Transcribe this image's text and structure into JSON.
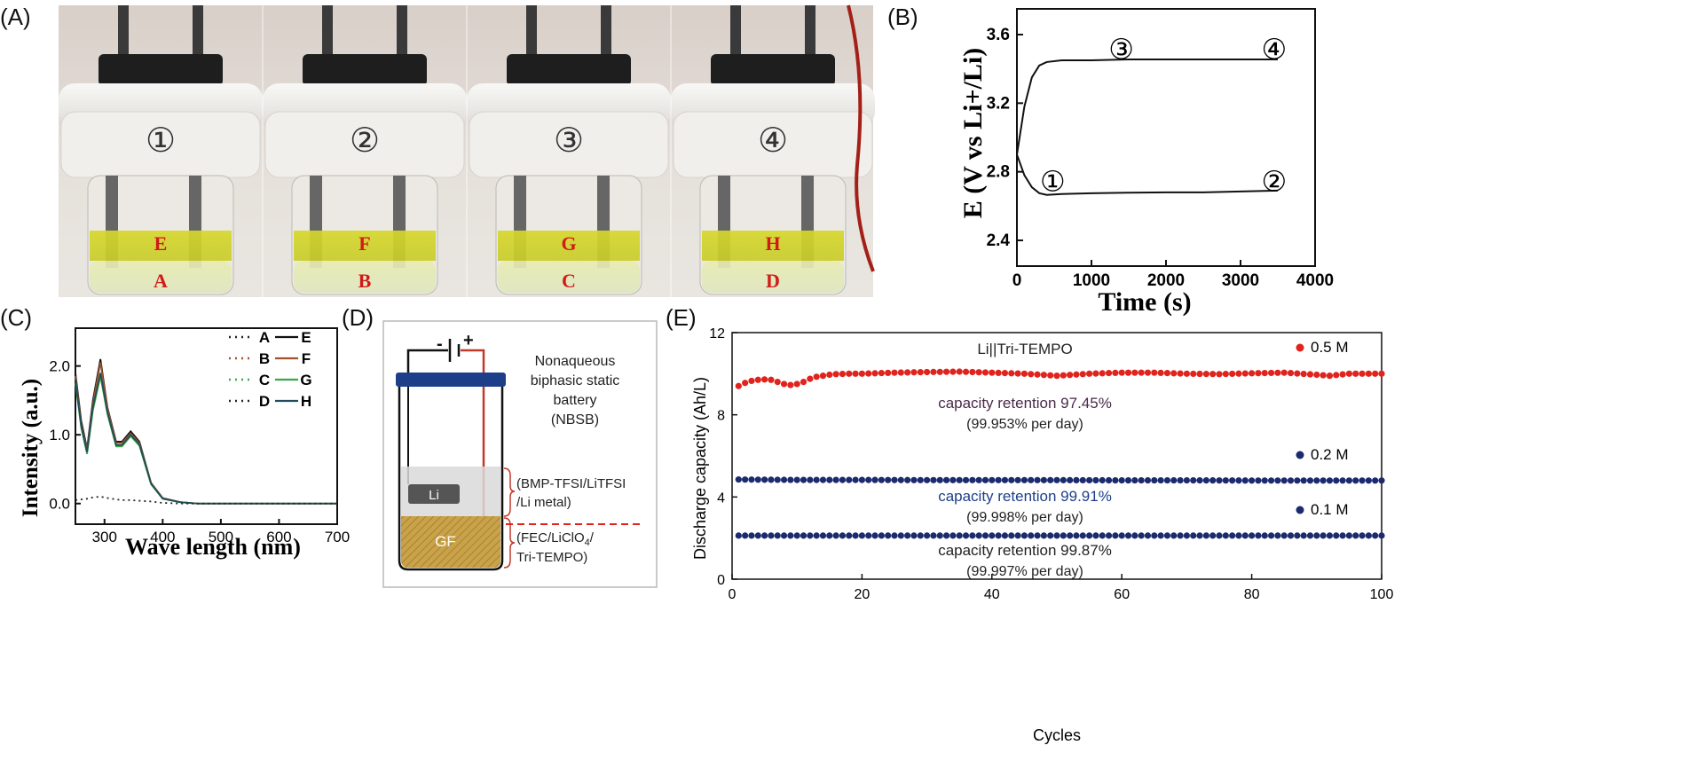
{
  "panels": {
    "a": {
      "label": "(A)",
      "cells": [
        {
          "num": "①",
          "top": "E",
          "bottom": "A"
        },
        {
          "num": "②",
          "top": "F",
          "bottom": "B"
        },
        {
          "num": "③",
          "top": "G",
          "bottom": "C"
        },
        {
          "num": "④",
          "top": "H",
          "bottom": "D"
        }
      ]
    },
    "b": {
      "label": "(B)"
    },
    "c": {
      "label": "(C)"
    },
    "d": {
      "label": "(D)",
      "minus": "-",
      "plus": "+",
      "title_lines": [
        "Nonaqueous",
        "biphasic static",
        "battery",
        "(NBSB)"
      ],
      "li": "Li",
      "gf": "GF",
      "upper_lines": [
        "(BMP-TFSI/LiTFSI",
        "/Li metal)"
      ],
      "lower_lines": [
        "(FEC/LiClO",
        "4",
        "/",
        "Tri-TEMPO)"
      ]
    },
    "e": {
      "label": "(E)"
    }
  },
  "colors": {
    "red": "#e0231c",
    "navy": "#1c2a6e",
    "brown": "#a0522d",
    "green": "#3aa845",
    "darkteal": "#1f4e5a",
    "cap_blue": "#1d3f8a",
    "gf_gold": "#c9a24a"
  },
  "chart_data": [
    {
      "id": "B",
      "type": "line",
      "xlabel": "Time (s)",
      "ylabel": "E (V vs Li+/Li)",
      "xlim": [
        0,
        4000
      ],
      "ylim": [
        2.25,
        3.75
      ],
      "xticks": [
        "0",
        "1000",
        "2000",
        "3000",
        "4000"
      ],
      "xtick_values": [
        0,
        1000,
        2000,
        3000,
        4000
      ],
      "yticks": [
        "2.4",
        "2.8",
        "3.2",
        "3.6"
      ],
      "ytick_values": [
        2.4,
        2.8,
        3.2,
        3.6
      ],
      "series": [
        {
          "x": [
            0,
            100,
            200,
            300,
            400,
            600,
            1000,
            1500,
            2000,
            2500,
            3000,
            3500
          ],
          "y": [
            2.9,
            3.18,
            3.35,
            3.42,
            3.44,
            3.45,
            3.45,
            3.455,
            3.455,
            3.455,
            3.455,
            3.455
          ]
        },
        {
          "x": [
            0,
            100,
            200,
            300,
            400,
            600,
            1000,
            1500,
            2000,
            2500,
            3000,
            3500
          ],
          "y": [
            2.9,
            2.78,
            2.71,
            2.675,
            2.665,
            2.67,
            2.675,
            2.678,
            2.68,
            2.68,
            2.685,
            2.69
          ]
        }
      ],
      "annotations": [
        {
          "text": "①",
          "x": 480,
          "y": 2.75
        },
        {
          "text": "②",
          "x": 3450,
          "y": 2.75
        },
        {
          "text": "③",
          "x": 1400,
          "y": 3.52
        },
        {
          "text": "④",
          "x": 3450,
          "y": 3.52
        }
      ]
    },
    {
      "id": "C",
      "type": "line",
      "xlabel": "Wave length (nm)",
      "ylabel": "Intensity (a.u.)",
      "xlim": [
        250,
        700
      ],
      "ylim": [
        -0.3,
        2.55
      ],
      "xticks": [
        "300",
        "400",
        "500",
        "600",
        "700"
      ],
      "xtick_values": [
        300,
        400,
        500,
        600,
        700
      ],
      "yticks": [
        "0.0",
        "1.0",
        "2.0"
      ],
      "ytick_values": [
        0.0,
        1.0,
        2.0
      ],
      "legend": [
        {
          "dotted": "A",
          "solid": "E",
          "dot_color": "#222222",
          "line_color": "#111111"
        },
        {
          "dotted": "B",
          "solid": "F",
          "dot_color": "#a0522d",
          "line_color": "#a0522d"
        },
        {
          "dotted": "C",
          "solid": "G",
          "dot_color": "#3aa845",
          "line_color": "#3aa845"
        },
        {
          "dotted": "D",
          "solid": "H",
          "dot_color": "#222222",
          "line_color": "#1f4e5a"
        }
      ],
      "x": [
        250,
        260,
        270,
        280,
        293,
        305,
        320,
        330,
        345,
        360,
        380,
        400,
        430,
        460,
        500,
        600,
        700
      ],
      "series": [
        {
          "name": "E",
          "style": "solid",
          "color": "#111111",
          "values": [
            1.9,
            1.2,
            0.8,
            1.5,
            2.1,
            1.4,
            0.9,
            0.9,
            1.05,
            0.9,
            0.3,
            0.08,
            0.02,
            0.0,
            0.0,
            0.0,
            0.0
          ]
        },
        {
          "name": "F",
          "style": "solid",
          "color": "#a0522d",
          "values": [
            1.85,
            1.15,
            0.78,
            1.45,
            2.05,
            1.38,
            0.88,
            0.88,
            1.02,
            0.88,
            0.3,
            0.08,
            0.02,
            0.0,
            0.0,
            0.0,
            0.0
          ]
        },
        {
          "name": "G",
          "style": "solid",
          "color": "#3aa845",
          "values": [
            1.75,
            1.1,
            0.72,
            1.35,
            1.85,
            1.3,
            0.83,
            0.83,
            0.98,
            0.84,
            0.28,
            0.07,
            0.02,
            0.0,
            0.0,
            0.0,
            0.0
          ]
        },
        {
          "name": "H",
          "style": "solid",
          "color": "#1f4e5a",
          "values": [
            1.8,
            1.12,
            0.75,
            1.4,
            1.9,
            1.33,
            0.85,
            0.85,
            1.0,
            0.86,
            0.29,
            0.07,
            0.02,
            0.0,
            0.0,
            0.0,
            0.0
          ]
        },
        {
          "name": "A-D",
          "style": "dotted",
          "color": "#222222",
          "values": [
            0.05,
            0.06,
            0.07,
            0.09,
            0.1,
            0.08,
            0.06,
            0.05,
            0.05,
            0.04,
            0.03,
            0.01,
            0.0,
            0.0,
            0.0,
            0.0,
            0.0
          ]
        }
      ]
    },
    {
      "id": "E",
      "type": "scatter",
      "xlabel": "Cycles",
      "ylabel": "Discharge capacity (Ah/L)",
      "xlim": [
        0,
        100
      ],
      "ylim": [
        0,
        12
      ],
      "xticks": [
        "0",
        "20",
        "40",
        "60",
        "80",
        "100"
      ],
      "xtick_values": [
        0,
        20,
        40,
        60,
        80,
        100
      ],
      "yticks": [
        "0",
        "4",
        "8",
        "12"
      ],
      "ytick_values": [
        0,
        4,
        8,
        12
      ],
      "cell_label": "Li||Tri-TEMPO",
      "series": [
        {
          "name": "0.5 M",
          "color": "#e0231c",
          "x": [
            1,
            2,
            3,
            4,
            5,
            6,
            7,
            8,
            9,
            10,
            11,
            12,
            13,
            14,
            15,
            16,
            18,
            20,
            25,
            30,
            35,
            40,
            45,
            50,
            55,
            60,
            65,
            70,
            75,
            80,
            85,
            90,
            92,
            95,
            100
          ],
          "y": [
            9.4,
            9.55,
            9.65,
            9.7,
            9.72,
            9.7,
            9.6,
            9.5,
            9.45,
            9.5,
            9.6,
            9.75,
            9.85,
            9.9,
            9.95,
            9.98,
            10.0,
            10.0,
            10.05,
            10.08,
            10.1,
            10.05,
            10.0,
            9.9,
            10.0,
            10.05,
            10.05,
            10.0,
            9.98,
            10.02,
            10.05,
            9.95,
            9.9,
            10.0,
            10.0
          ]
        },
        {
          "name": "0.2 M",
          "color": "#1c2a6e",
          "x": [
            1,
            10,
            20,
            30,
            40,
            50,
            60,
            70,
            80,
            90,
            100
          ],
          "y": [
            4.85,
            4.83,
            4.83,
            4.82,
            4.82,
            4.82,
            4.81,
            4.81,
            4.8,
            4.8,
            4.8
          ]
        },
        {
          "name": "0.1 M",
          "color": "#1c2a6e",
          "x": [
            1,
            10,
            20,
            30,
            40,
            50,
            60,
            70,
            80,
            90,
            100
          ],
          "y": [
            2.12,
            2.12,
            2.12,
            2.12,
            2.12,
            2.12,
            2.12,
            2.12,
            2.12,
            2.12,
            2.12
          ]
        }
      ],
      "annotations": [
        {
          "line1": "capacity retention 97.45%",
          "line2": "(99.953% per day)"
        },
        {
          "line1": "capacity retention 99.91%",
          "line2": "(99.998% per day)"
        },
        {
          "line1": "capacity retention 99.87%",
          "line2": "(99.997% per day)"
        }
      ]
    }
  ]
}
